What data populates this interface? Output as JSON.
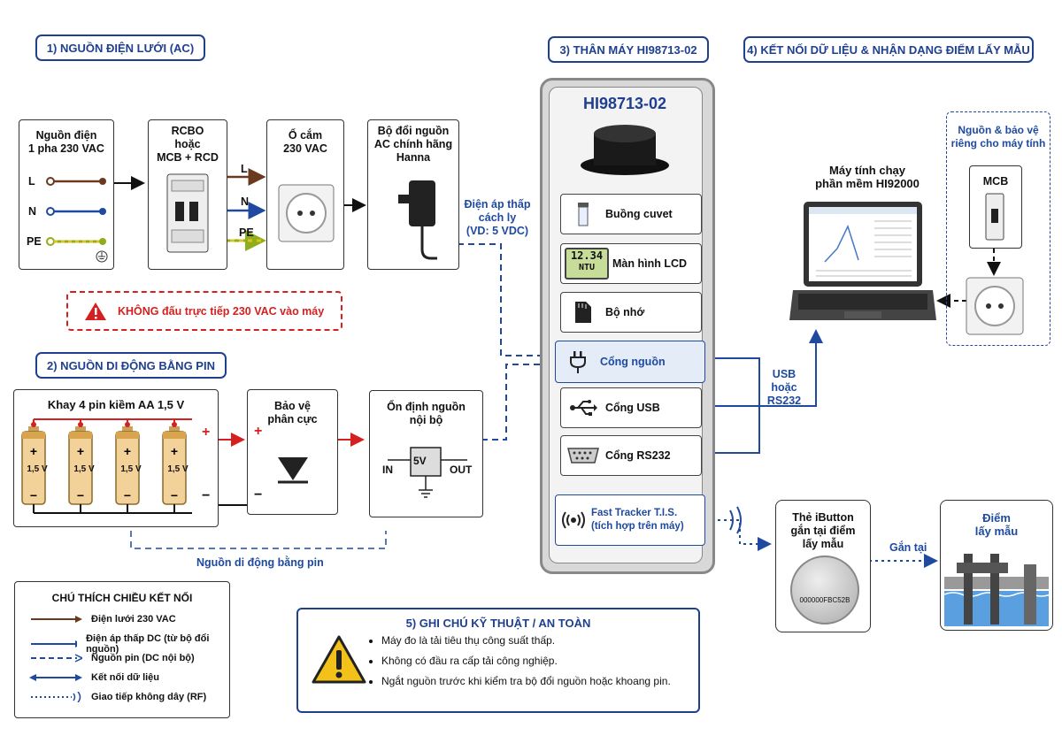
{
  "sections": {
    "s1": "1) NGUỒN ĐIỆN LƯỚI (AC)",
    "s2": "2) NGUỒN DI ĐỘNG BẰNG PIN",
    "s3": "3) THÂN MÁY HI98713-02",
    "s4": "4) KẾT NỐI DỮ LIỆU & NHẬN DẠNG ĐIỂM LẤY MẪU",
    "s5": "5) GHI CHÚ KỸ THUẬT / AN TOÀN"
  },
  "ac": {
    "supply": "Nguồn điện\n1 pha 230 VAC",
    "l": "L",
    "n": "N",
    "pe": "PE",
    "rcbo": "RCBO\nhoặc\nMCB + RCD",
    "outlet": "Ổ cắm\n230 VAC",
    "adapter": "Bộ đổi nguồn\nAC chính hãng\nHanna",
    "low_voltage": "Điện áp thấp\ncách ly\n(VD: 5 VDC)",
    "warning": "KHÔNG đấu trực tiếp 230 VAC vào máy"
  },
  "battery": {
    "tray": "Khay 4 pin kiềm AA 1,5 V",
    "cell_voltage": "1,5 V",
    "plus": "+",
    "minus": "−",
    "protect": "Bảo vệ\nphân cực",
    "regulator": "Ổn định nguồn\nnội bộ",
    "in": "IN",
    "out": "OUT",
    "reg_value": "5V",
    "caption": "Nguồn di động bằng pin"
  },
  "device": {
    "model": "HI98713-02",
    "modules": [
      "Buồng cuvet",
      "Màn hình LCD",
      "Bộ nhớ",
      "Cổng nguồn",
      "Cổng USB",
      "Cổng RS232"
    ],
    "lcd_value": "12.34",
    "lcd_unit": "NTU",
    "tracker": "Fast Tracker T.I.S.\n(tích hợp trên máy)"
  },
  "data": {
    "usb_rs232": "USB\nhoặc\nRS232",
    "pc": "Máy tính chạy\nphần mềm HI92000",
    "pc_power": "Nguồn & bảo vệ\nriêng cho máy tính",
    "mcb": "MCB",
    "ibutton": "Thẻ iButton\ngắn tại điểm\nlấy mẫu",
    "ibutton_id": "000000FBC52B",
    "attach": "Gắn tại",
    "sample_point": "Điểm\nlấy mẫu"
  },
  "legend": {
    "title": "CHÚ THÍCH CHIỀU KẾT NỐI",
    "items": [
      "Điện lưới 230 VAC",
      "Điện áp thấp DC (từ bộ đổi nguồn)",
      "Nguồn pin (DC nội bộ)",
      "Kết nối dữ liệu",
      "Giao tiếp không dây (RF)"
    ]
  },
  "notes": [
    "Máy đo là tải tiêu thụ công suất thấp.",
    "Không có đầu ra cấp tải công nghiệp.",
    "Ngắt nguồn trước khi kiểm tra bộ đổi nguồn hoặc khoang pin."
  ],
  "colors": {
    "accent": "#1f3f8f",
    "ac_brown": "#6b3a1e",
    "dc_blue": "#1f4aa0",
    "battery_red": "#d42020",
    "warning_red": "#d42020"
  }
}
